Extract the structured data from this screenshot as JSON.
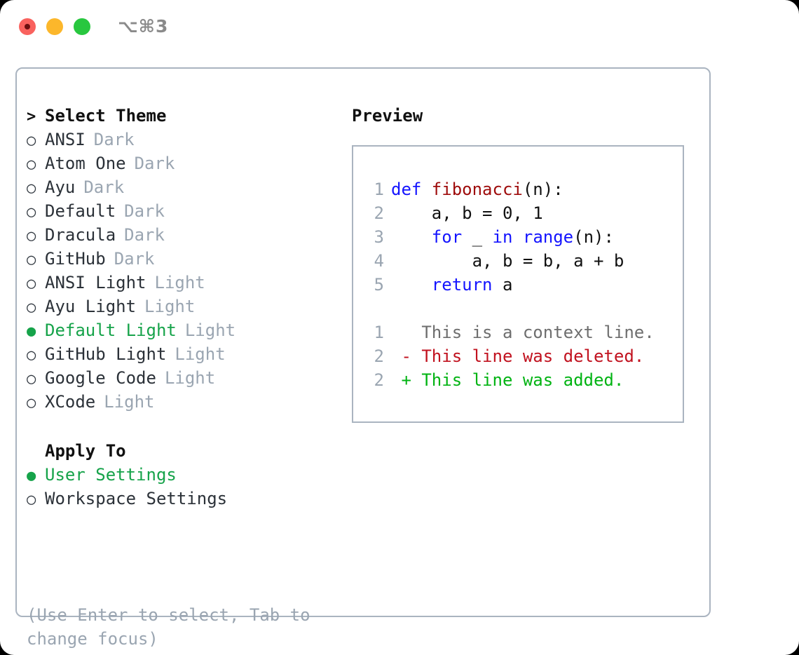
{
  "window": {
    "shortcut": "⌥⌘3",
    "traffic_lights": [
      {
        "name": "close",
        "color": "#f9625e"
      },
      {
        "name": "minimize",
        "color": "#fcb72b"
      },
      {
        "name": "maximize",
        "color": "#28c73f"
      }
    ]
  },
  "theme_section": {
    "prompt_marker": ">",
    "heading": "Select Theme",
    "items": [
      {
        "marker": "○",
        "label": "ANSI",
        "badge": "Dark",
        "selected": false
      },
      {
        "marker": "○",
        "label": "Atom One",
        "badge": "Dark",
        "selected": false
      },
      {
        "marker": "○",
        "label": "Ayu",
        "badge": "Dark",
        "selected": false
      },
      {
        "marker": "○",
        "label": "Default",
        "badge": "Dark",
        "selected": false
      },
      {
        "marker": "○",
        "label": "Dracula",
        "badge": "Dark",
        "selected": false
      },
      {
        "marker": "○",
        "label": "GitHub",
        "badge": "Dark",
        "selected": false
      },
      {
        "marker": "○",
        "label": "ANSI Light",
        "badge": "Light",
        "selected": false
      },
      {
        "marker": "○",
        "label": "Ayu Light",
        "badge": "Light",
        "selected": false
      },
      {
        "marker": "●",
        "label": "Default Light",
        "badge": "Light",
        "selected": true
      },
      {
        "marker": "○",
        "label": "GitHub Light",
        "badge": "Light",
        "selected": false
      },
      {
        "marker": "○",
        "label": "Google Code",
        "badge": "Light",
        "selected": false
      },
      {
        "marker": "○",
        "label": "XCode",
        "badge": "Light",
        "selected": false
      }
    ]
  },
  "apply_to_section": {
    "heading": "Apply To",
    "items": [
      {
        "marker": "●",
        "label": "User Settings",
        "selected": true
      },
      {
        "marker": "○",
        "label": "Workspace Settings",
        "selected": false
      }
    ]
  },
  "hint": "(Use Enter to select, Tab to change focus)",
  "preview": {
    "title": "Preview",
    "code_lines": [
      {
        "n": "1",
        "tokens": [
          {
            "t": "def ",
            "c": "kw"
          },
          {
            "t": "fibonacci",
            "c": "fn"
          },
          {
            "t": "(n):",
            "c": "pl"
          }
        ]
      },
      {
        "n": "2",
        "tokens": [
          {
            "t": "    a, b = 0, 1",
            "c": "pl"
          }
        ]
      },
      {
        "n": "3",
        "tokens": [
          {
            "t": "    ",
            "c": "pl"
          },
          {
            "t": "for",
            "c": "kw"
          },
          {
            "t": " _ ",
            "c": "pl"
          },
          {
            "t": "in",
            "c": "kw"
          },
          {
            "t": " ",
            "c": "pl"
          },
          {
            "t": "range",
            "c": "kw"
          },
          {
            "t": "(n):",
            "c": "pl"
          }
        ]
      },
      {
        "n": "4",
        "tokens": [
          {
            "t": "        a, b = b, a + b",
            "c": "pl"
          }
        ]
      },
      {
        "n": "5",
        "tokens": [
          {
            "t": "    ",
            "c": "pl"
          },
          {
            "t": "return",
            "c": "kw"
          },
          {
            "t": " a",
            "c": "pl"
          }
        ]
      }
    ],
    "diff_lines": [
      {
        "n": "1",
        "sign": " ",
        "text": "This is a context line.",
        "c": "ctx"
      },
      {
        "n": "2",
        "sign": "-",
        "text": "This line was deleted.",
        "c": "del"
      },
      {
        "n": "2",
        "sign": "+",
        "text": "This line was added.",
        "c": "add"
      }
    ]
  },
  "colors": {
    "selected_green": "#16a34a",
    "added_green": "#00b312",
    "deleted_red": "#c1121f",
    "keyword_blue": "#1414ff",
    "function_red": "#9e0b0b",
    "muted_gray": "#9aa5b1",
    "border_gray": "#aab4c0"
  }
}
